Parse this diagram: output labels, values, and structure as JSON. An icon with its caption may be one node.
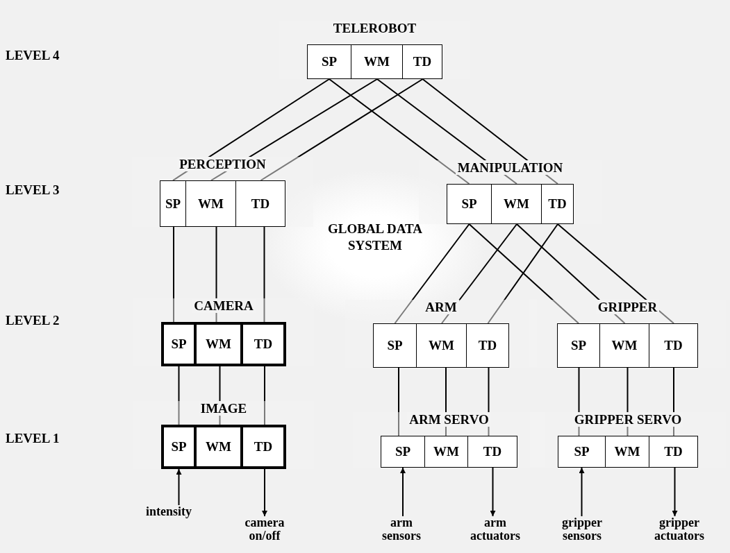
{
  "diagram": {
    "nodes": [
      {
        "text": [
          "TELEROBOT"
        ]
      },
      {
        "text": [
          "SP"
        ],
        "in": 0
      },
      {
        "text": [
          "WM"
        ],
        "in": 0
      },
      {
        "text": [
          "TD"
        ],
        "in": 0
      },
      {
        "text": [
          "PERCEPTION"
        ]
      },
      {
        "text": [
          "SP"
        ],
        "in": 4
      },
      {
        "text": [
          "WM"
        ],
        "in": 4
      },
      {
        "text": [
          "TD"
        ],
        "in": 4
      },
      {
        "text": [
          "MANIPULATION"
        ]
      },
      {
        "text": [
          "SP"
        ],
        "in": 8
      },
      {
        "text": [
          "WM"
        ],
        "in": 8
      },
      {
        "text": [
          "TD"
        ],
        "in": 8
      },
      {
        "text": [
          "CAMERA"
        ]
      },
      {
        "text": [
          "SP"
        ],
        "in": 12
      },
      {
        "text": [
          "WM"
        ],
        "in": 12
      },
      {
        "text": [
          "TD"
        ],
        "in": 12
      },
      {
        "text": [
          "ARM"
        ]
      },
      {
        "text": [
          "SP"
        ],
        "in": 16
      },
      {
        "text": [
          "WM"
        ],
        "in": 16
      },
      {
        "text": [
          "TD"
        ],
        "in": 16
      },
      {
        "text": [
          "GRIPPER"
        ]
      },
      {
        "text": [
          "SP"
        ],
        "in": 20
      },
      {
        "text": [
          "WM"
        ],
        "in": 20
      },
      {
        "text": [
          "TD"
        ],
        "in": 20
      },
      {
        "text": [
          "IMAGE"
        ]
      },
      {
        "text": [
          "SP"
        ],
        "in": 24
      },
      {
        "text": [
          "WM"
        ],
        "in": 24
      },
      {
        "text": [
          "TD"
        ],
        "in": 24
      },
      {
        "text": [
          "ARM SERVO"
        ]
      },
      {
        "text": [
          "SP"
        ],
        "in": 28
      },
      {
        "text": [
          "WM"
        ],
        "in": 28
      },
      {
        "text": [
          "TD"
        ],
        "in": 28
      },
      {
        "text": [
          "GRIPPER SERVO"
        ]
      },
      {
        "text": [
          "SP"
        ],
        "in": 32
      },
      {
        "text": [
          "WM"
        ],
        "in": 32
      },
      {
        "text": [
          "TD"
        ],
        "in": 32
      },
      {
        "text": [
          "intensity"
        ]
      },
      {
        "text": [
          "camera on/off"
        ]
      },
      {
        "text": [
          "arm sensors"
        ]
      },
      {
        "text": [
          "arm actuators"
        ]
      },
      {
        "text": [
          "gripper sensors"
        ]
      },
      {
        "text": [
          "gripper actuators"
        ]
      }
    ],
    "edges": [
      {
        "from": 1,
        "to": 5,
        "arrow": "none"
      },
      {
        "from": 2,
        "to": 6,
        "arrow": "none"
      },
      {
        "from": 3,
        "to": 7,
        "arrow": "none"
      },
      {
        "from": 1,
        "to": 9,
        "arrow": "none"
      },
      {
        "from": 2,
        "to": 10,
        "arrow": "none"
      },
      {
        "from": 3,
        "to": 11,
        "arrow": "none"
      },
      {
        "from": 5,
        "to": 13,
        "arrow": "none"
      },
      {
        "from": 6,
        "to": 14,
        "arrow": "none"
      },
      {
        "from": 7,
        "to": 15,
        "arrow": "none"
      },
      {
        "from": 9,
        "to": 17,
        "arrow": "none"
      },
      {
        "from": 10,
        "to": 18,
        "arrow": "none"
      },
      {
        "from": 11,
        "to": 19,
        "arrow": "none"
      },
      {
        "from": 9,
        "to": 21,
        "arrow": "none"
      },
      {
        "from": 10,
        "to": 22,
        "arrow": "none"
      },
      {
        "from": 11,
        "to": 23,
        "arrow": "none"
      },
      {
        "from": 13,
        "to": 25,
        "arrow": "none"
      },
      {
        "from": 14,
        "to": 26,
        "arrow": "none"
      },
      {
        "from": 15,
        "to": 27,
        "arrow": "none"
      },
      {
        "from": 17,
        "to": 29,
        "arrow": "none"
      },
      {
        "from": 18,
        "to": 30,
        "arrow": "none"
      },
      {
        "from": 19,
        "to": 31,
        "arrow": "none"
      },
      {
        "from": 21,
        "to": 33,
        "arrow": "none"
      },
      {
        "from": 22,
        "to": 34,
        "arrow": "none"
      },
      {
        "from": 23,
        "to": 35,
        "arrow": "none"
      },
      {
        "from": 36,
        "to": 25,
        "arrow": "to"
      },
      {
        "from": 27,
        "to": 37,
        "arrow": "to"
      },
      {
        "from": 38,
        "to": 29,
        "arrow": "to"
      },
      {
        "from": 31,
        "to": 39,
        "arrow": "to"
      },
      {
        "from": 40,
        "to": 33,
        "arrow": "to"
      },
      {
        "from": 35,
        "to": 41,
        "arrow": "to"
      }
    ],
    "labels": [
      "LEVEL 4",
      "LEVEL 3",
      "LEVEL 2",
      "LEVEL 1",
      "GLOBAL DATA SYSTEM"
    ]
  }
}
